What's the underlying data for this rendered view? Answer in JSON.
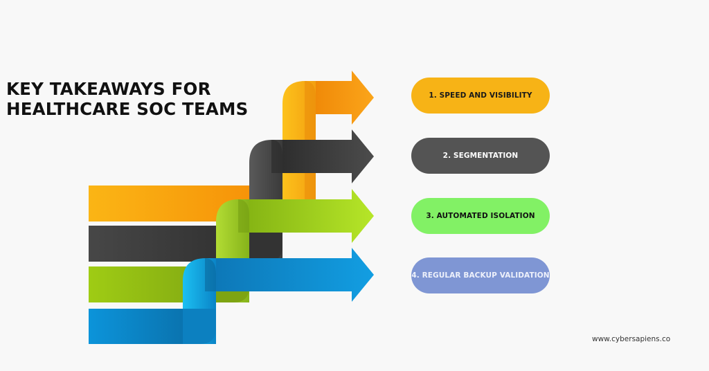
{
  "title": {
    "line1": "KEY TAKEAWAYS FOR",
    "line2": "HEALTHCARE SOC TEAMS"
  },
  "graphic": {
    "type": "four intertwined ribbon arrows pointing right",
    "ribbons": [
      {
        "name": "orange-ribbon",
        "color": "#f7a21b"
      },
      {
        "name": "dark-ribbon",
        "color": "#3f3f3f"
      },
      {
        "name": "green-ribbon",
        "color": "#9ccc1a"
      },
      {
        "name": "blue-ribbon",
        "color": "#1093d8"
      }
    ]
  },
  "takeaways": [
    {
      "label": "1. SPEED AND VISIBILITY",
      "bg": "#f7b316",
      "fg": "#1a1a1a"
    },
    {
      "label": "2. SEGMENTATION",
      "bg": "#545454",
      "fg": "#ffffff"
    },
    {
      "label": "3. AUTOMATED ISOLATION",
      "bg": "#82f165",
      "fg": "#111111"
    },
    {
      "label": "4. REGULAR BACKUP VALIDATION",
      "bg": "#7f96d4",
      "fg": "#eef1fb"
    }
  ],
  "footer": {
    "website": "www.cybersapiens.co"
  }
}
